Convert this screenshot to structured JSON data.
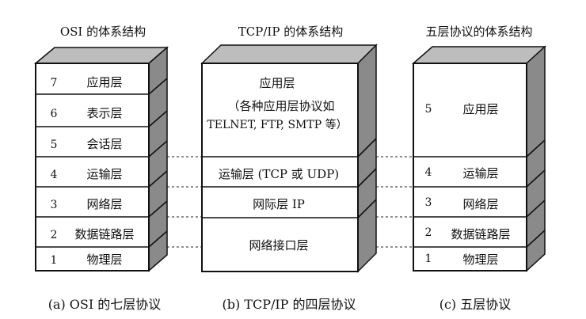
{
  "osi": {
    "title": "OSI 的体系结构",
    "caption": "(a) OSI 的七层协议",
    "layers": [
      {
        "num": "7",
        "name": "应用层"
      },
      {
        "num": "6",
        "name": "表示层"
      },
      {
        "num": "5",
        "name": "会话层"
      },
      {
        "num": "4",
        "name": "运输层"
      },
      {
        "num": "3",
        "name": "网络层"
      },
      {
        "num": "2",
        "name": "数据链路层"
      },
      {
        "num": "1",
        "name": "物理层"
      }
    ]
  },
  "tcpip": {
    "title": "TCP/IP 的体系结构",
    "caption": "(b) TCP/IP 的四层协议",
    "app_title": "应用层",
    "app_line1": "（各种应用层协议如",
    "app_line2": "TELNET, FTP, SMTP 等）",
    "transport": "运输层 (TCP 或 UDP)",
    "internet": "网际层 IP",
    "netif": "网络接口层"
  },
  "five": {
    "title": "五层协议的体系结构",
    "caption": "(c) 五层协议",
    "layers": [
      {
        "num": "5",
        "name": "应用层"
      },
      {
        "num": "4",
        "name": "运输层"
      },
      {
        "num": "3",
        "name": "网络层"
      },
      {
        "num": "2",
        "name": "数据链路层"
      },
      {
        "num": "1",
        "name": "物理层"
      }
    ]
  }
}
